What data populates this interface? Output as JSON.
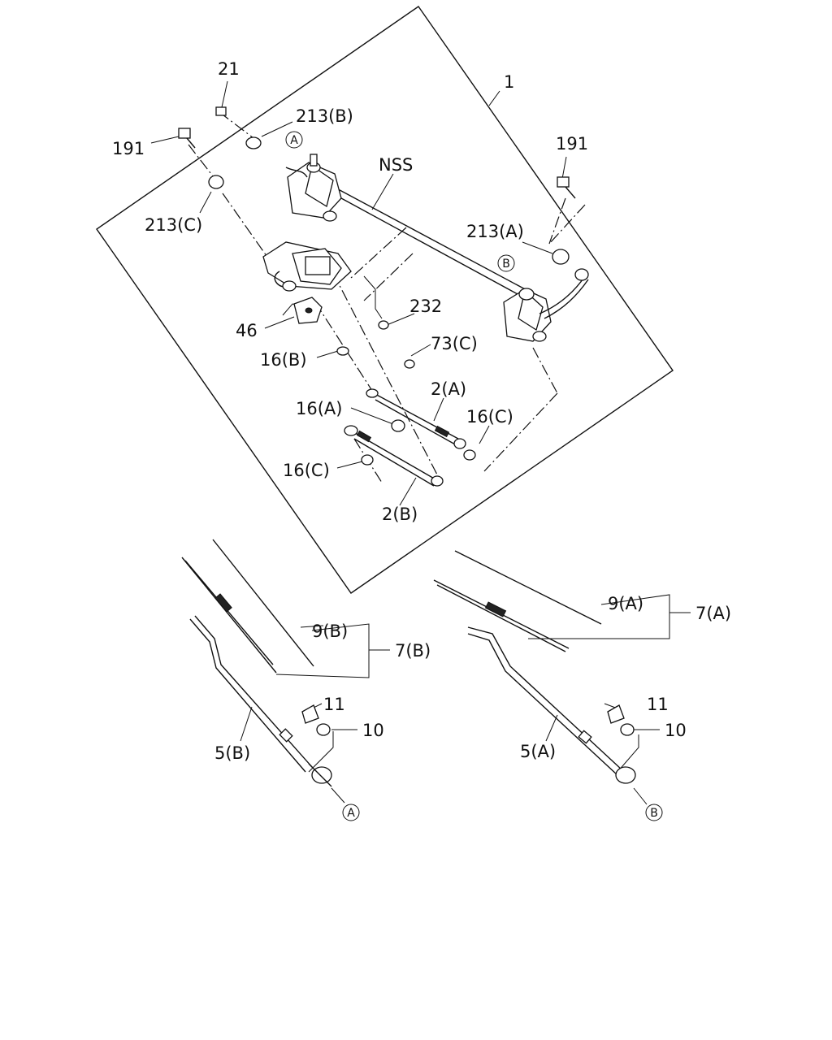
{
  "labels": {
    "l1": "1",
    "l21": "21",
    "l213b": "213(B)",
    "l191a": "191",
    "l191b": "191",
    "lnss": "NSS",
    "l213c": "213(C)",
    "l213a": "213(A)",
    "l232": "232",
    "l73c": "73(C)",
    "l46": "46",
    "l16b": "16(B)",
    "l2a": "2(A)",
    "l16a": "16(A)",
    "l16c1": "16(C)",
    "l16c2": "16(C)",
    "l2b": "2(B)",
    "l9a": "9(A)",
    "l7a": "7(A)",
    "l9b": "9(B)",
    "l7b": "7(B)",
    "l11a": "11",
    "l11b": "11",
    "l10a": "10",
    "l10b": "10",
    "l5b": "5(B)",
    "l5a": "5(A)"
  },
  "callouts": {
    "a_top": "A",
    "b_top": "B",
    "a_bottom": "A",
    "b_bottom": "B"
  }
}
